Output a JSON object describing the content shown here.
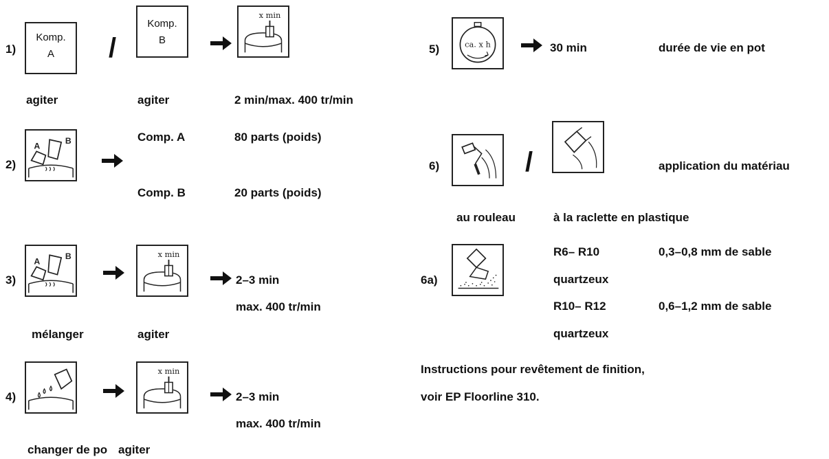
{
  "steps": {
    "s1": {
      "num": "1)",
      "komp_a_line1": "Komp.",
      "komp_a_line2": "A",
      "komp_b_line1": "Komp.",
      "komp_b_line2": "B",
      "slash": "/",
      "timer_label": "x min",
      "caption_a": "agiter",
      "caption_b": "agiter",
      "caption_mix": "2 min/max. 400 tr/min"
    },
    "s2": {
      "num": "2)",
      "comp_a": "Comp. A",
      "comp_a_value": "80 parts (poids)",
      "comp_b": "Comp. B",
      "comp_b_value": "20 parts (poids)"
    },
    "s3": {
      "num": "3)",
      "timer_label": "x min",
      "time": "2–3 min",
      "speed": "max. 400 tr/min",
      "caption_mix": "mélanger",
      "caption_stir": "agiter"
    },
    "s4": {
      "num": "4)",
      "timer_label": "x min",
      "time": "2–3 min",
      "speed": "max. 400 tr/min",
      "caption_change": "changer de po",
      "caption_stir": "agiter"
    },
    "s5": {
      "num": "5)",
      "stopwatch_label": "ca. x h",
      "time": "30 min",
      "desc": "durée de vie en pot"
    },
    "s6": {
      "num": "6)",
      "slash": "/",
      "desc": "application du matériau",
      "caption_roller": "au rouleau",
      "caption_squeegee": "à la raclette en plastique"
    },
    "s6a": {
      "num": "6a)",
      "row1_range": "R6– R10",
      "row1_value": "0,3–0,8 mm de sable",
      "row1_cont": "quartzeux",
      "row2_range": "R10– R12",
      "row2_value": "0,6–1,2 mm de sable",
      "row2_cont": "quartzeux"
    }
  },
  "notes": {
    "line1": "Instructions pour revêtement de finition,",
    "line2": "voir EP Floorline 310."
  }
}
